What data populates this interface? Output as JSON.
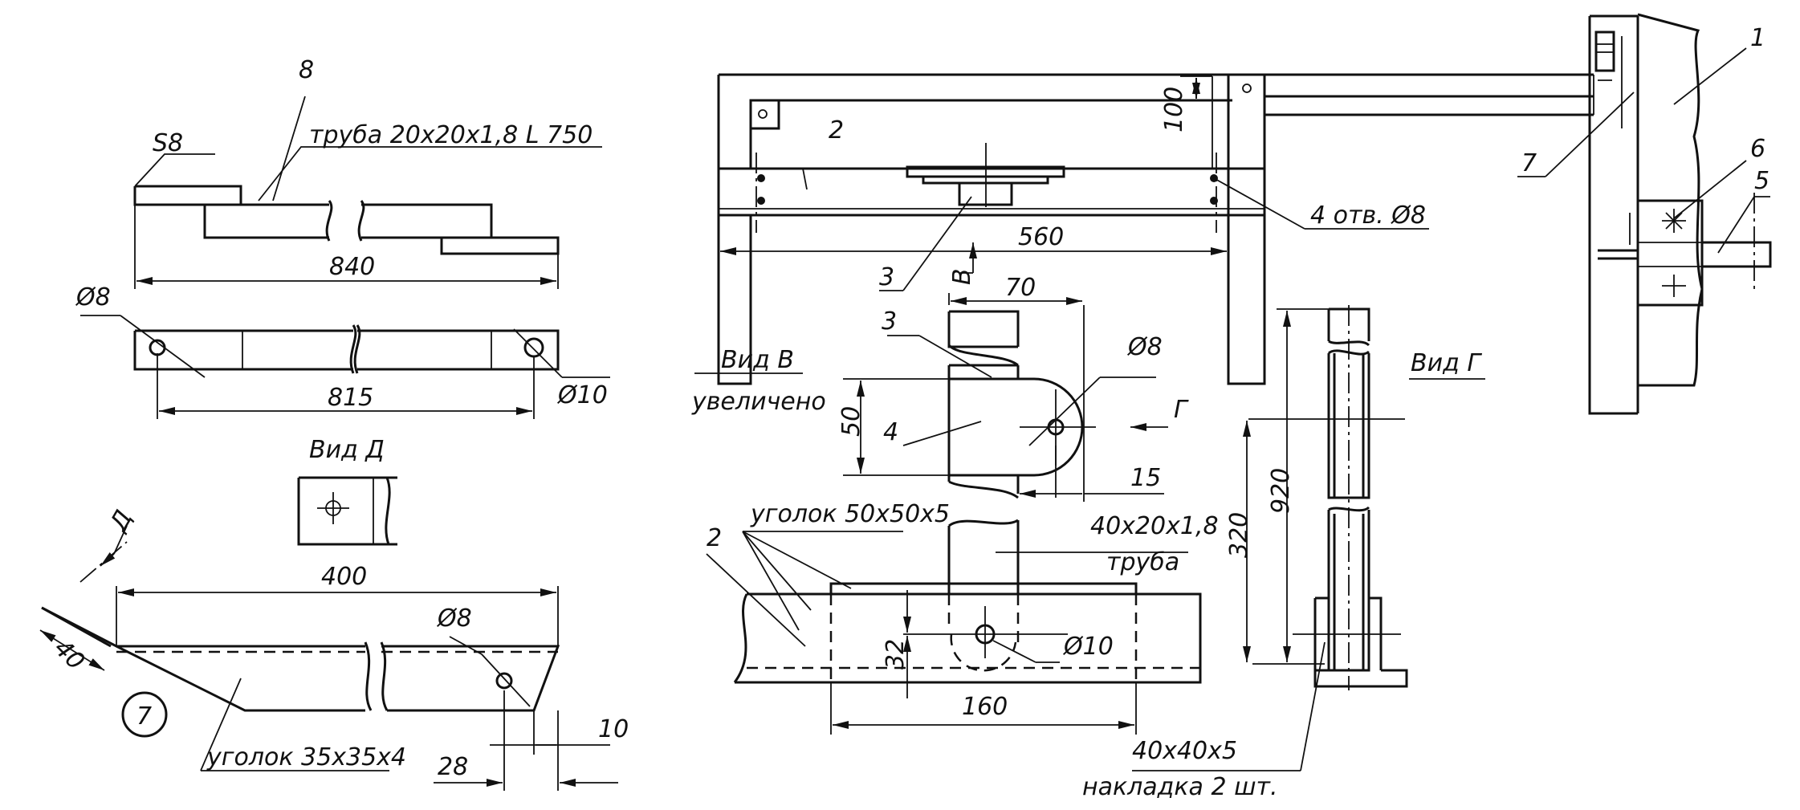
{
  "views": {
    "part8": {
      "num": "8",
      "s8": "S8",
      "pipe": "труба 20x20x1,8 L 750",
      "len": "840",
      "holes_span": "815",
      "d8": "Ø8",
      "d10": "Ø10"
    },
    "vid_d": {
      "title": "Вид Д",
      "arrow": "Д"
    },
    "part7": {
      "num": "7",
      "len": "400",
      "angle": "40",
      "d8": "Ø8",
      "profile": "уголок 35x35x4",
      "dim28": "28",
      "dim10": "10"
    },
    "frame": {
      "num2": "2",
      "dim100": "100",
      "dim560": "560",
      "holes": "4 отв. Ø8",
      "num3": "3",
      "arrow_b": "В"
    },
    "vid_b": {
      "title": "Вид В",
      "subtitle": "увеличено",
      "num3": "3",
      "num4": "4",
      "dim70": "70",
      "d8": "Ø8",
      "dim50": "50",
      "dim15": "15",
      "arrow_g": "Г"
    },
    "section": {
      "angle": "уголок 50x50x5",
      "num2": "2",
      "tube_size": "40x20x1,8",
      "tube": "труба",
      "d10": "Ø10",
      "dim32": "32",
      "dim160": "160"
    },
    "vid_g": {
      "title": "Вид Г",
      "dim920": "920",
      "dim320": "320",
      "plate_size": "40x40x5",
      "plate": "накладка 2 шт."
    },
    "side": {
      "n1": "1",
      "n5": "5",
      "n6": "6",
      "n7": "7"
    }
  }
}
